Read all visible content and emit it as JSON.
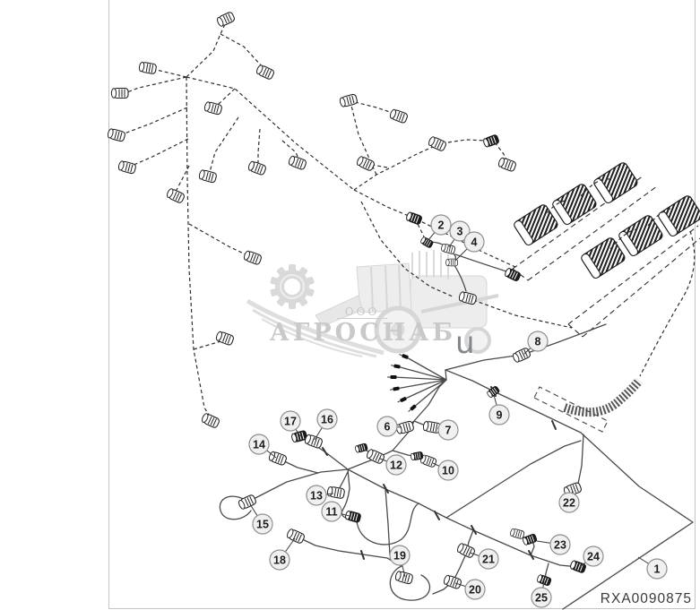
{
  "watermark": {
    "org_type": "ООО",
    "company": "АГРОСНАБ",
    "overlay_letter": "u"
  },
  "footer": {
    "drawing_code": "RXA0090875"
  },
  "callouts": [
    {
      "label": "1"
    },
    {
      "label": "2"
    },
    {
      "label": "3"
    },
    {
      "label": "4"
    },
    {
      "label": "6"
    },
    {
      "label": "7"
    },
    {
      "label": "8"
    },
    {
      "label": "9"
    },
    {
      "label": "10"
    },
    {
      "label": "11"
    },
    {
      "label": "12"
    },
    {
      "label": "13"
    },
    {
      "label": "14"
    },
    {
      "label": "15"
    },
    {
      "label": "16"
    },
    {
      "label": "17"
    },
    {
      "label": "18"
    },
    {
      "label": "19"
    },
    {
      "label": "20"
    },
    {
      "label": "21"
    },
    {
      "label": "22"
    },
    {
      "label": "23"
    },
    {
      "label": "24"
    },
    {
      "label": "25"
    }
  ],
  "colors": {
    "line_art": "#2e2e2e",
    "solid_harness": "#4a4a4a",
    "callout_fill": "#f0f0f0",
    "callout_stroke": "#8f8f8f",
    "watermark_gray": "#cbcbcb",
    "overlay_letter_gray": "#83878a",
    "frame_gray": "#c4c4c4"
  }
}
